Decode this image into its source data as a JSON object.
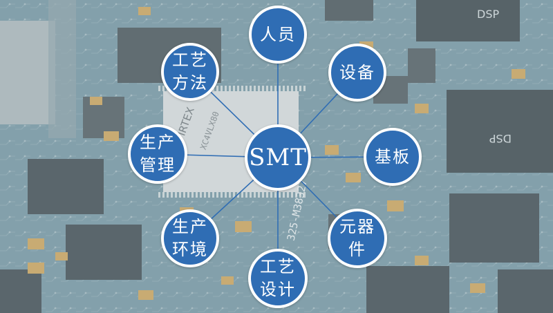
{
  "colors": {
    "node_fill": "#2f6db4",
    "node_border": "#ffffff",
    "connector": "#2f6db4",
    "text": "#ffffff"
  },
  "center": {
    "label": "SMT"
  },
  "nodes": [
    {
      "id": "people",
      "label": "人员"
    },
    {
      "id": "equipment",
      "label": "设备"
    },
    {
      "id": "substrate",
      "label": "基板"
    },
    {
      "id": "components",
      "label": "元器\n件"
    },
    {
      "id": "process-design",
      "label": "工艺\n设计"
    },
    {
      "id": "production-environment",
      "label": "生产\n环境"
    },
    {
      "id": "production-management",
      "label": "生产\n管理"
    },
    {
      "id": "process-method",
      "label": "工艺\n方法"
    }
  ],
  "background": {
    "description": "blurred printed circuit board with chips",
    "chip_text": [
      "DSP",
      "DSP",
      "VIRTEX",
      "XC4VLX80",
      "325-M38327"
    ]
  }
}
